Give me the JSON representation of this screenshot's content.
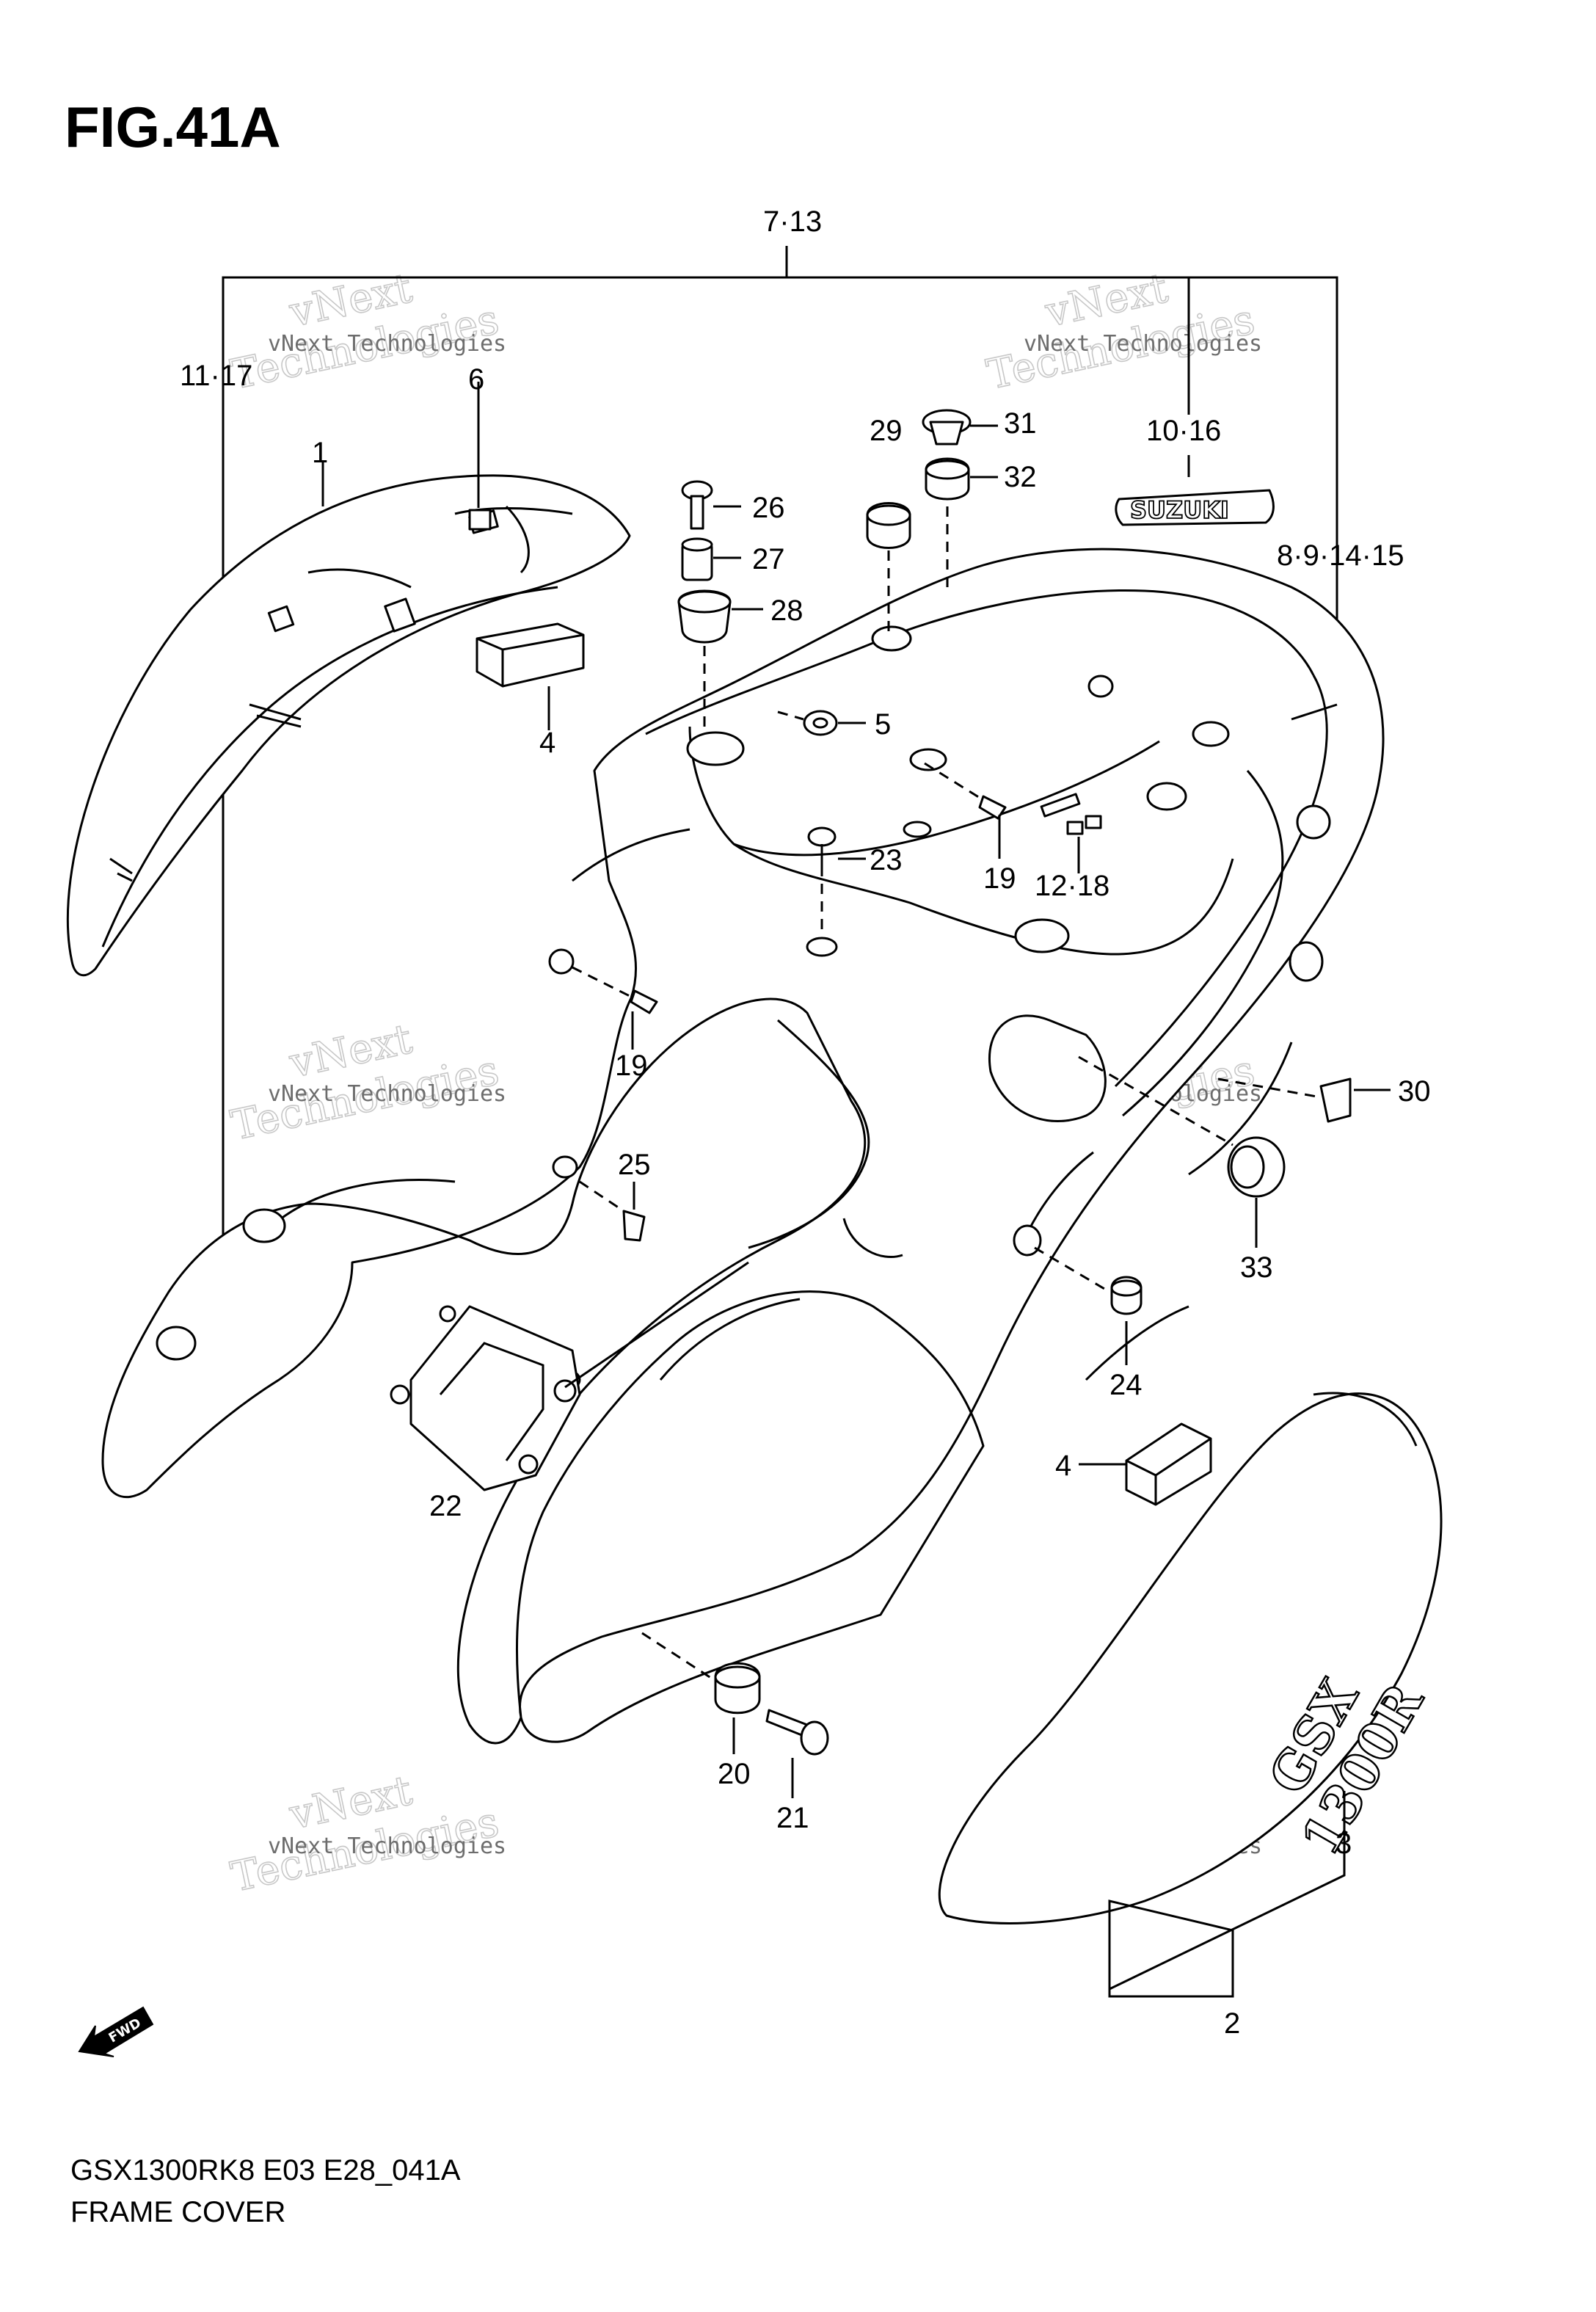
{
  "figure": {
    "title": "FIG.41A",
    "model_code": "GSX1300RK8 E03 E28_041A",
    "section_name": "FRAME COVER"
  },
  "callouts": {
    "c7_13": "7·13",
    "c11_17": "11·17",
    "c6": "6",
    "c1": "1",
    "c4a": "4",
    "c26": "26",
    "c27": "27",
    "c28": "28",
    "c29": "29",
    "c31": "31",
    "c32": "32",
    "c10_16": "10·16",
    "c8_9_14_15": "8·9·14·15",
    "c5": "5",
    "c23": "23",
    "c19a": "19",
    "c12_18": "12·18",
    "c19b": "19",
    "c25": "25",
    "c30": "30",
    "c33": "33",
    "c24": "24",
    "c22": "22",
    "c4b": "4",
    "c20": "20",
    "c21": "21",
    "c3": "3",
    "c2": "2"
  },
  "decals": {
    "brand": "SUZUKI",
    "model_line1": "GSX",
    "model_line2": "1300R",
    "fwd": "FWD"
  },
  "watermark": {
    "text_small": "vNext Technologies",
    "text_large_1": "vNext",
    "text_large_2": "Technologies"
  }
}
